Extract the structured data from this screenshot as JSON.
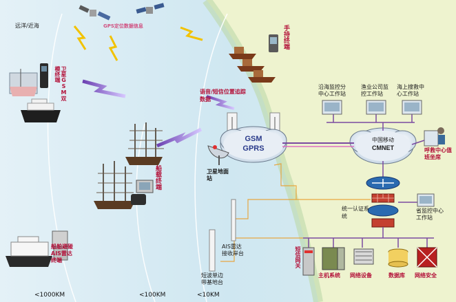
{
  "labels": {
    "far_sea": "远洋/近海",
    "gps_info": "GPS定位数据信息",
    "handheld_terminal": "手持终端",
    "sat_gsm_terminal": "卫星GSM双模终端",
    "voice_sms_track": "语音/短信位置追踪数据",
    "shipborne_terminal": "船载终端",
    "sat_ground_station": "卫星地面站",
    "gsm": "GSM",
    "gprs": "GPRS",
    "china_mobile": "中国移动",
    "cmnet": "CMNET",
    "coastal_monitor": "沿海监控分中心工作站",
    "fishery_company": "渔业公司监控工作站",
    "sea_rescue": "海上搜救中心工作站",
    "call_center": "呼救中心值班坐席",
    "unified_auth": "统一认证系统",
    "provincial_monitor": "省监控中心工作站",
    "ais_radar_terminal": "船舶避碰AIS雷达终端",
    "ais_radar_station": "AIS雷达接收岸台",
    "shortwave_station": "短波单边带基地台",
    "sms_gateway": "短信网关",
    "host_system": "主机系统",
    "network_device": "网络设备",
    "database": "数据库",
    "network_security": "网络安全",
    "dist_1000": "<1000KM",
    "dist_100": "<100KM",
    "dist_10": "<10KM"
  },
  "colors": {
    "sea": "#d8ecf5",
    "land": "#eef3cf",
    "accent_red": "#b3123a",
    "cmnet_line": "#7a4aa0",
    "inner_line": "#e8a030"
  }
}
